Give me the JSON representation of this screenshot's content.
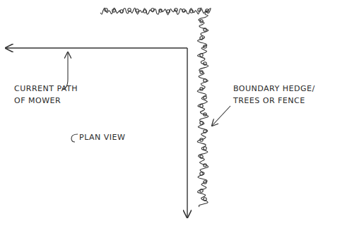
{
  "diagram": {
    "labels": [
      "CURRENT PATH OF MOWER",
      "BOUNDARY HEDGE/ TREES OR FENCE",
      "PLAN VIEW"
    ]
  }
}
